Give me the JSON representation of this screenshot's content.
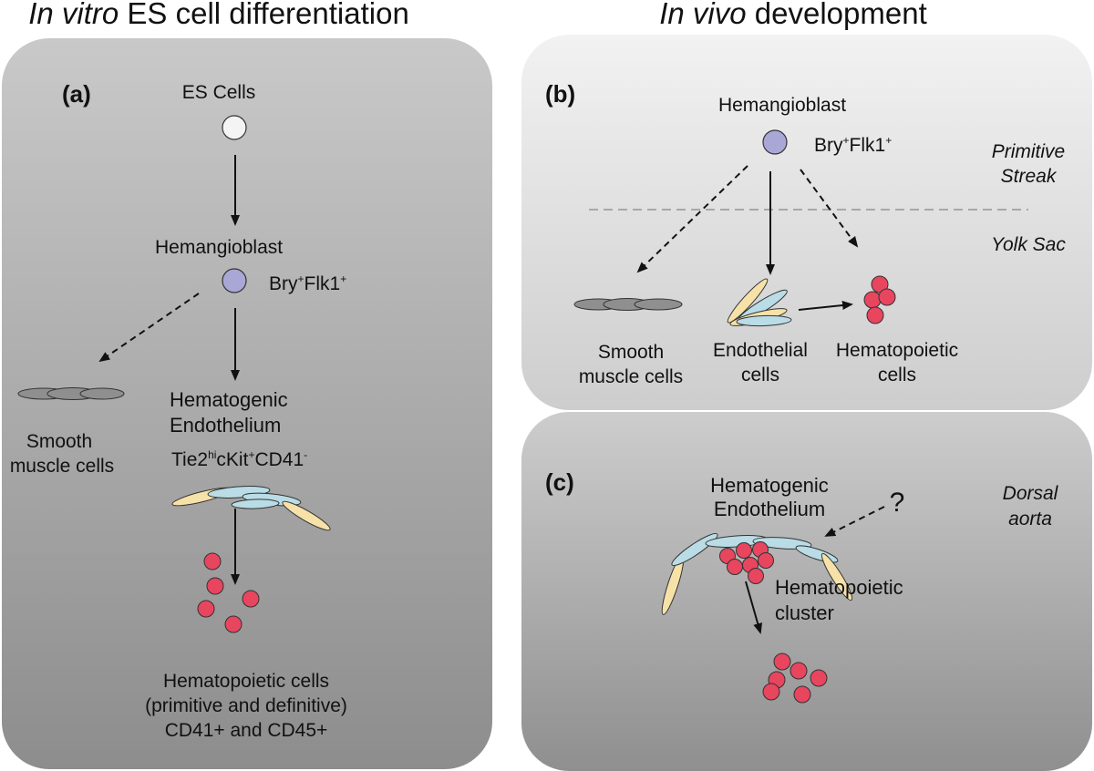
{
  "headings": {
    "left_ital": "In vitro",
    "left_rest": " ES cell differentiation",
    "right_ital": "In vivo",
    "right_rest": " development"
  },
  "panel_a": {
    "tag": "(a)",
    "es_cells": "ES Cells",
    "hemangioblast": "Hemangioblast",
    "marker": {
      "bry": "Bry",
      "plus1": "+",
      "flk": "Flk1",
      "plus2": "+"
    },
    "smooth_l1": "Smooth",
    "smooth_l2": "muscle cells",
    "hemogenic_l1": "Hematogenic",
    "hemogenic_l2": "Endothelium",
    "tie_marker": {
      "tie": "Tie2",
      "hi": "hi",
      "ckit": "cKit",
      "plus": "+",
      "cd41": "CD41",
      "minus": "-"
    },
    "hemato_l1": "Hematopoietic cells",
    "hemato_l2": "(primitive and definitive)",
    "hemato_l3": "CD41+ and CD45+"
  },
  "panel_b": {
    "tag": "(b)",
    "hemangioblast": "Hemangioblast",
    "marker": {
      "bry": "Bry",
      "plus1": "+",
      "flk": "Flk1",
      "plus2": "+"
    },
    "primitive_l1": "Primitive",
    "primitive_l2": "Streak",
    "yolk_sac": "Yolk Sac",
    "smooth_l1": "Smooth",
    "smooth_l2": "muscle cells",
    "endo_l1": "Endothelial",
    "endo_l2": "cells",
    "hemato_l1": "Hematopoietic",
    "hemato_l2": "cells"
  },
  "panel_c": {
    "tag": "(c)",
    "hemogenic_l1": "Hematogenic",
    "hemogenic_l2": "Endothelium",
    "question": "?",
    "dorsal_l1": "Dorsal",
    "dorsal_l2": "aorta",
    "cluster_l1": "Hematopoietic",
    "cluster_l2": "cluster"
  },
  "colors": {
    "panel_light": "#f0f0f0",
    "panel_dark": "#8a8a8a",
    "es_cell": "#f4f4f4",
    "hemangioblast": "#a9a7d6",
    "endothelial_blue": "#b9dce6",
    "endothelial_yellow": "#f6e1a8",
    "smooth_muscle": "#8f8f8f",
    "blood_red": "#e8455e",
    "dashed_line": "#a8a8a8"
  }
}
